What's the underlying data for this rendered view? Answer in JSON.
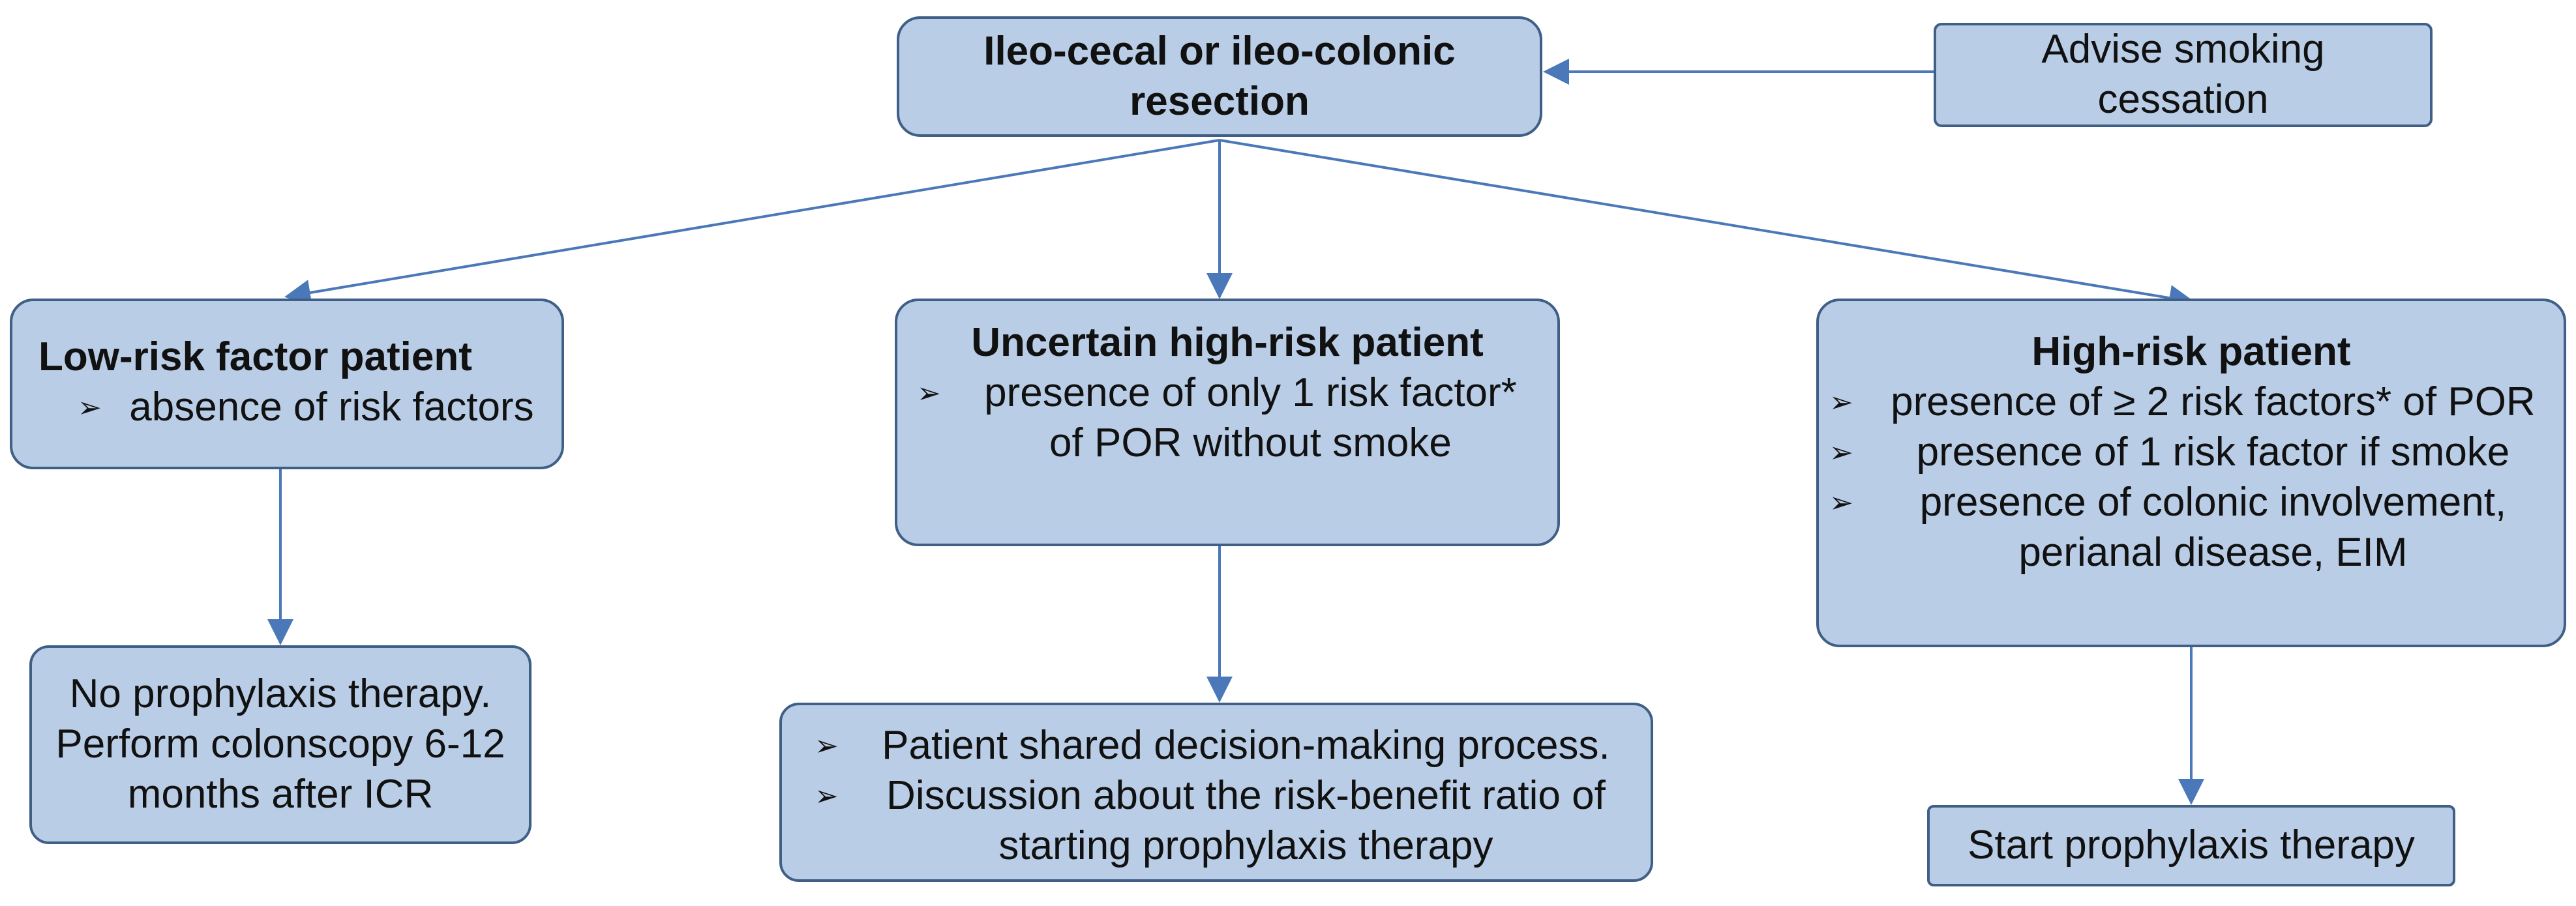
{
  "nodes": {
    "resection": {
      "text": "Ileo-cecal or ileo-colonic resection"
    },
    "smoking": {
      "text": "Advise smoking cessation"
    },
    "low_risk": {
      "title": "Low-risk factor patient",
      "bullets": [
        "absence of risk factors"
      ]
    },
    "uncertain": {
      "title": "Uncertain high-risk patient",
      "bullets": [
        "presence of only 1 risk factor* of POR without smoke"
      ]
    },
    "high_risk": {
      "title": "High-risk patient",
      "bullets": [
        "presence of ≥ 2 risk factors* of POR",
        "presence of 1 risk factor if smoke",
        "presence of colonic involvement, perianal disease, EIM"
      ]
    },
    "no_prophylaxis": {
      "line1": "No prophylaxis therapy.",
      "line2": "Perform colonscopy 6-12 months after ICR"
    },
    "shared_decision": {
      "bullets": [
        "Patient shared decision-making process.",
        "Discussion about the risk-benefit ratio of starting prophylaxis therapy"
      ]
    },
    "start_prophylaxis": {
      "text": "Start prophylaxis therapy"
    }
  },
  "bullet_marker": "➢",
  "colors": {
    "box_fill": "#b9cde6",
    "box_border": "#3f5f87",
    "arrow": "#4a78b8"
  }
}
